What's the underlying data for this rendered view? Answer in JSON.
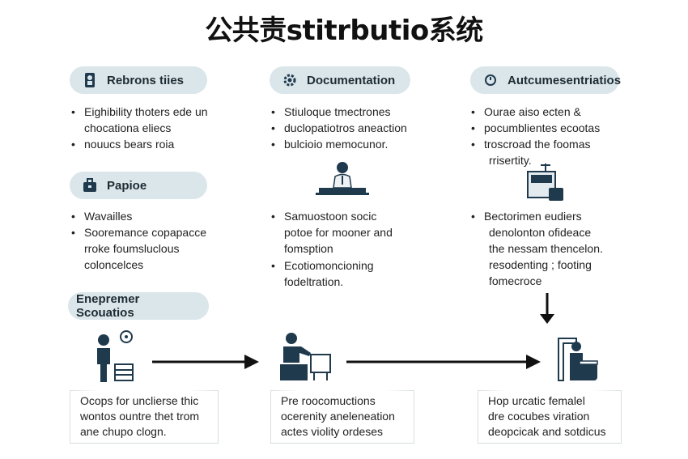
{
  "title": "公共责stitrbutio系统",
  "columns": [
    {
      "header": "Rebrons tiies",
      "bullets": [
        "Eighibility thoters ede un",
        "nouucs bears roia"
      ],
      "bullet_continuations": [
        "chocationa eliecs"
      ]
    },
    {
      "header": "Documentation",
      "bullets": [
        "Stiuloque tmectrones",
        "duclopatiotros aneaction",
        "bulcioio memocunor."
      ]
    },
    {
      "header": "Autcumesentriatios",
      "bullets": [
        "Ourae aiso ecten &",
        "pocumblientes ecootas",
        "troscroad the foomas"
      ],
      "bullet_continuations": [
        "rrisertity."
      ]
    }
  ],
  "second_row": {
    "left": {
      "header": "Papioe",
      "bullets": [
        "Wavailles",
        "Sooremance copapacce"
      ],
      "continuation": [
        "rroke foumsluclous",
        "coloncelces"
      ]
    },
    "middle": {
      "bullets": [
        "Samuostoon socic",
        "Ecotiomoncioning"
      ],
      "continuation_a": [
        "potoe for mooner and",
        "fomsption"
      ],
      "continuation_b": [
        "fodeltration."
      ]
    },
    "right": {
      "lines": [
        "Bectorimen eudiers",
        "denolonton ofideace",
        "the nessam thencelon.",
        "resodenting ; footing",
        "fomecroce"
      ]
    }
  },
  "section_label": "Enepremer Scouatios",
  "boxes": [
    {
      "lines": [
        "Ocops for unclierse thic",
        "wontos ountre thet trom",
        "ane chupo clogn."
      ]
    },
    {
      "lines": [
        "Pre roocomuctions",
        "ocerenity aneleneation",
        "actes violity ordeses"
      ]
    },
    {
      "lines": [
        "Hop urcatic femalel",
        "dre cocubes viration",
        "deopcicak and sotdicus"
      ]
    }
  ],
  "colors": {
    "pill_bg": "#dbe6ea",
    "icon_navy": "#1f3a4d",
    "arrow": "#111111"
  }
}
